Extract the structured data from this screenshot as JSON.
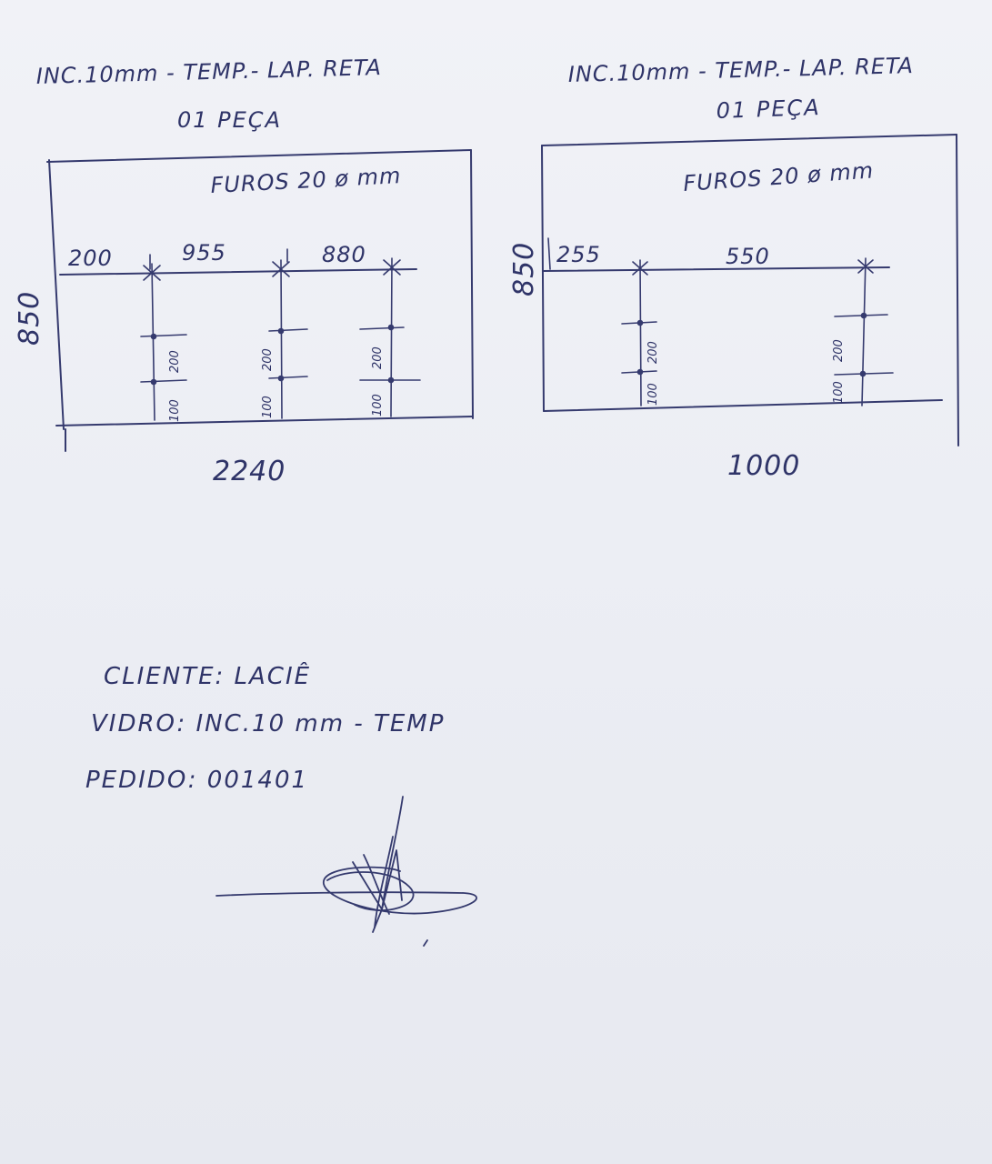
{
  "left_drawing": {
    "spec": "INC.10mm - TEMP.- LAP. RETA",
    "quantity": "01 PEÇA",
    "holes_note": "FUROS 20 ø mm",
    "height": "850",
    "width": "2240",
    "top_dims": [
      "200",
      "955",
      "880"
    ],
    "hole_label_a": "100",
    "hole_label_b": "200"
  },
  "right_drawing": {
    "spec": "INC.10mm - TEMP.- LAP. RETA",
    "quantity": "01 PEÇA",
    "holes_note": "FUROS 20 ø mm",
    "height": "850",
    "width": "1000",
    "top_dims": [
      "255",
      "550"
    ],
    "hole_label_a": "100",
    "hole_label_b": "200"
  },
  "order_info": {
    "cliente": "CLIENTE: LACIÊ",
    "vidro": "VIDRO: INC.10 mm - TEMP",
    "pedido": "PEDIDO: 001401"
  },
  "colors": {
    "ink": "#353a6e",
    "paper": "#eceef4"
  }
}
